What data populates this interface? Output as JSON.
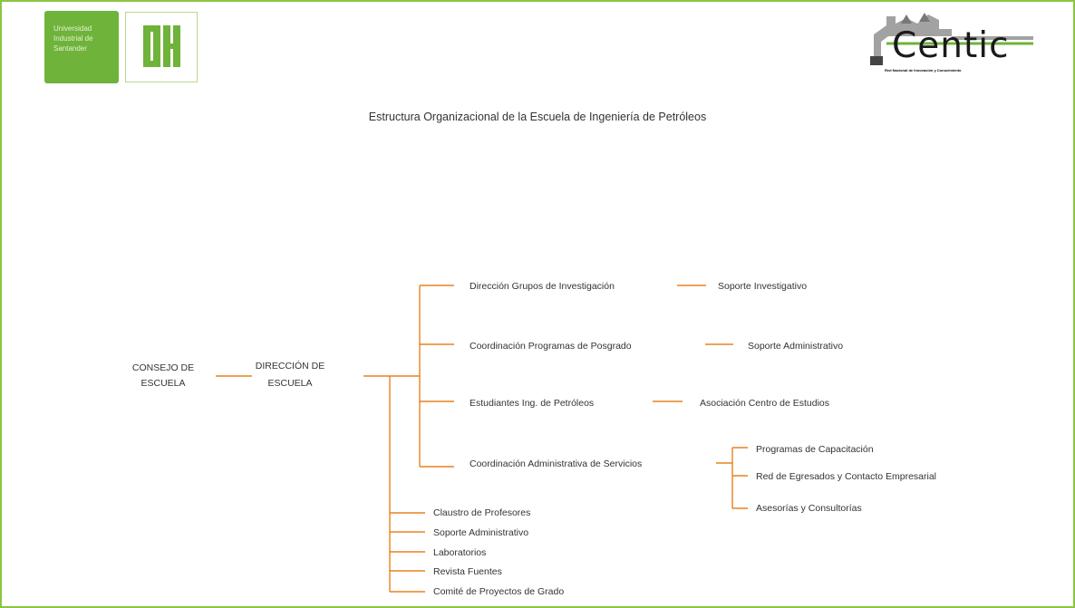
{
  "header": {
    "uis_text": "Universidad Industrial de Santander",
    "centic_brand": "Centic",
    "centic_tagline": "Red Nacional de Innovación y Conocimiento"
  },
  "title": "Estructura Organizacional de la Escuela de Ingeniería de Petróleos",
  "line_color": "#e8821e",
  "frame_color": "#8cc63f",
  "nodes": {
    "consejo": [
      "CONSEJO DE",
      "ESCUELA"
    ],
    "direccion": [
      "DIRECCIÓN DE",
      "ESCUELA"
    ],
    "grupos": "Dirección Grupos de Investigación",
    "soporte_inv": "Soporte Investigativo",
    "posgrado": "Coordinación Programas de Posgrado",
    "soporte_adm_posgrado": "Soporte Administrativo",
    "estudiantes": "Estudiantes Ing. de Petróleos",
    "asociacion": "Asociación Centro de Estudios",
    "coord_adm": "Coordinación Administrativa de Servicios",
    "servicios": [
      "Programas de Capacitación",
      "Red de Egresados y Contacto Empresarial",
      "Asesorías y Consultorías"
    ],
    "lower": [
      "Claustro de Profesores",
      "Soporte Administrativo",
      "Laboratorios",
      "Revista Fuentes",
      "Comité de Proyectos de Grado"
    ]
  }
}
